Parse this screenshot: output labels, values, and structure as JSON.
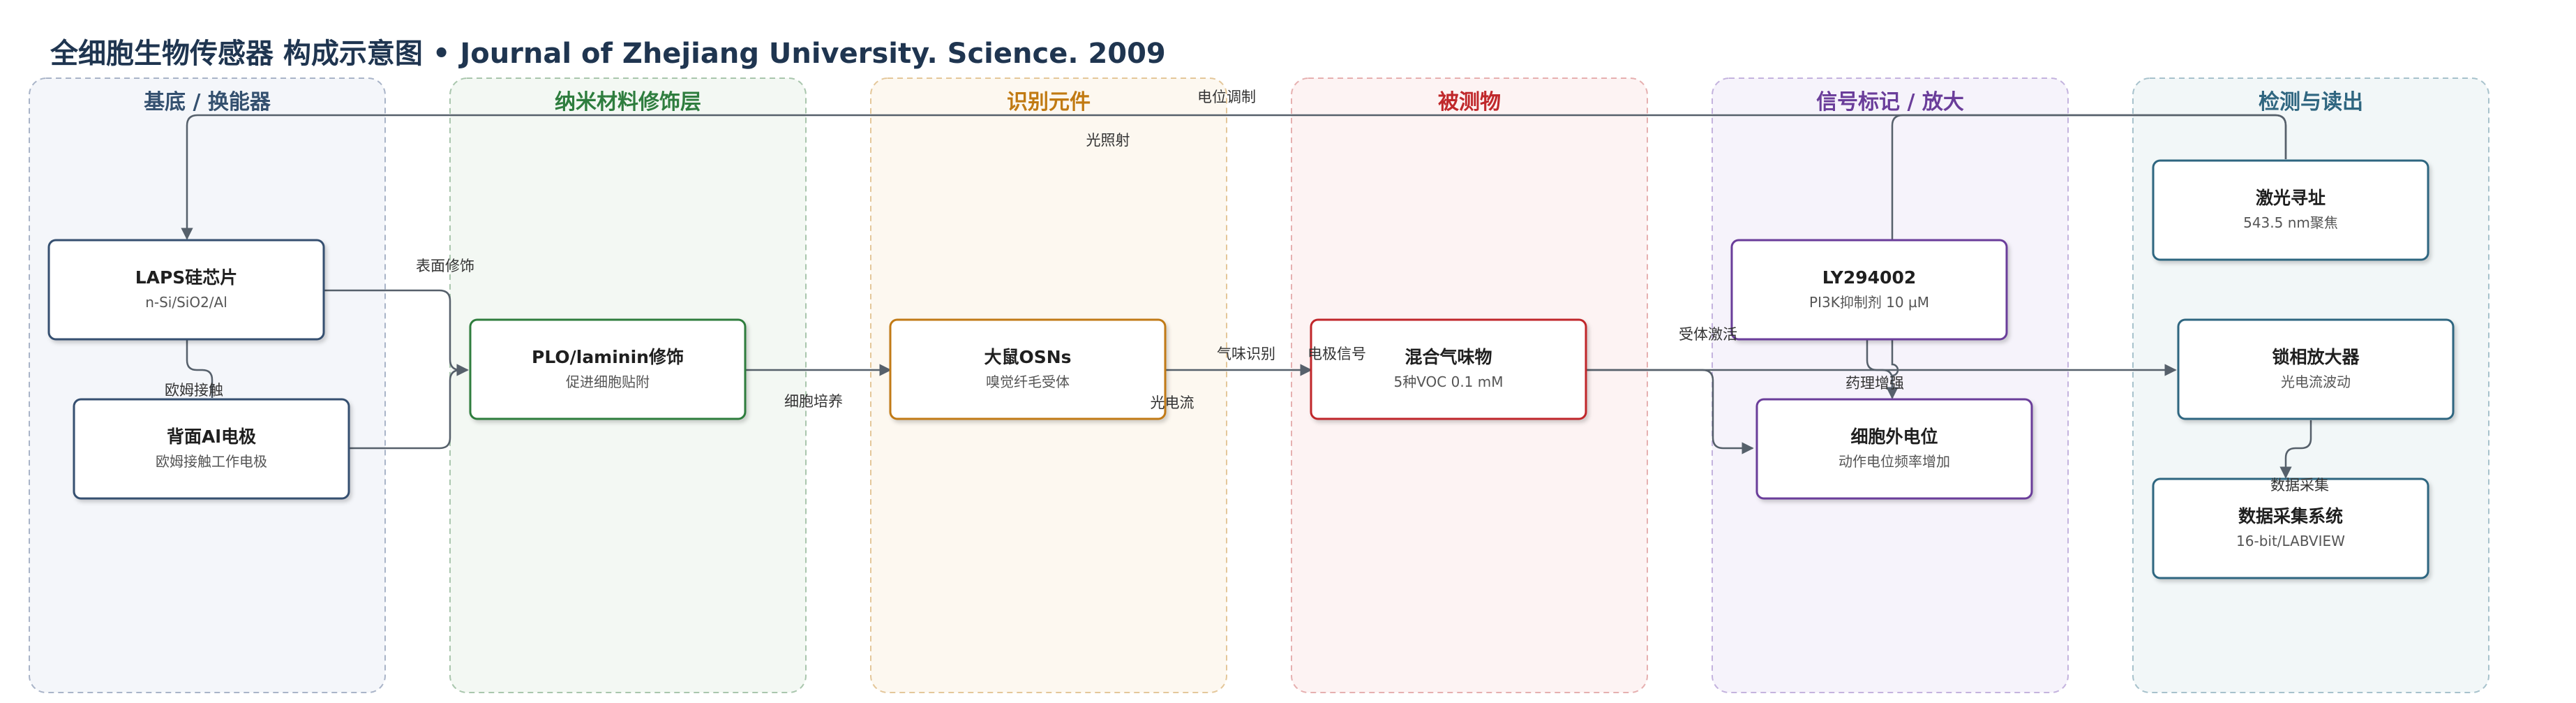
{
  "title": "全细胞生物传感器 构成示意图 • Journal of Zhejiang University. Science. 2009",
  "colors": {
    "substrate": "#34506f",
    "nano": "#2e7d3e",
    "recog": "#c17a12",
    "analyte": "#c0282b",
    "signal": "#6a3d9a",
    "detect": "#2f6680",
    "edge": "#56606b"
  },
  "lanes": [
    {
      "id": "substrate",
      "label": "基底 / 换能器"
    },
    {
      "id": "nano",
      "label": "纳米材料修饰层"
    },
    {
      "id": "recog",
      "label": "识别元件"
    },
    {
      "id": "analyte",
      "label": "被测物"
    },
    {
      "id": "signal",
      "label": "信号标记 / 放大"
    },
    {
      "id": "detect",
      "label": "检测与读出"
    }
  ],
  "nodes": {
    "laps": {
      "title": "LAPS硅芯片",
      "sub": "n-Si/SiO2/Al"
    },
    "al": {
      "title": "背面Al电极",
      "sub": "欧姆接触工作电极"
    },
    "plo": {
      "title": "PLO/laminin修饰",
      "sub": "促进细胞贴附"
    },
    "osn": {
      "title": "大鼠OSNs",
      "sub": "嗅觉纤毛受体"
    },
    "gas": {
      "title": "混合气味物",
      "sub": "5种VOC 0.1 mM"
    },
    "ly": {
      "title": "LY294002",
      "sub": "PI3K抑制剂 10 µM"
    },
    "ap": {
      "title": "细胞外电位",
      "sub": "动作电位频率增加"
    },
    "laser": {
      "title": "激光寻址",
      "sub": "543.5 nm聚焦"
    },
    "lockin": {
      "title": "锁相放大器",
      "sub": "光电流波动"
    },
    "daq": {
      "title": "数据采集系统",
      "sub": "16-bit/LABVIEW"
    }
  },
  "edge_labels": {
    "ohmic": "欧姆接触",
    "surface": "表面修饰",
    "culture": "细胞培养",
    "odor": "气味识别",
    "electrode_signal": "电极信号",
    "receptor": "受体激活",
    "pharma": "药理增强",
    "photocurrent": "光电流",
    "daq_label": "数据采集",
    "potential": "电位调制",
    "illum": "光照射"
  }
}
